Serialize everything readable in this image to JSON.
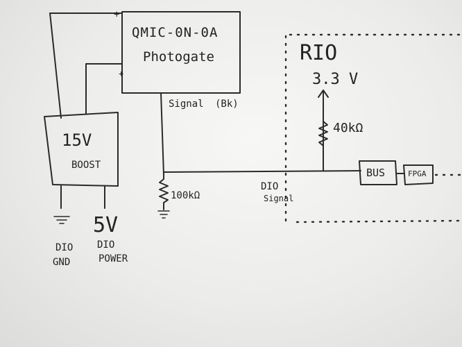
{
  "board": {
    "photogate_part": "QMIC-0N-0A",
    "photogate_name": "Photogate",
    "signal_wire": "Signal",
    "signal_wire_color": "(Bk)",
    "boost_voltage": "15V",
    "boost_name": "BOOST",
    "pulldown_resistor": "100kΩ",
    "dio_line": "DIO",
    "dio_line_sub": "Signal",
    "rio_title": "RIO",
    "rail_voltage": "3.3 V",
    "pullup_resistor": "40kΩ",
    "bus_label": "BUS",
    "fpga_label": "FPGA",
    "supply_voltage": "5V",
    "gnd_label_line1": "DIO",
    "gnd_label_line2": "GND",
    "power_label_line1": "DIO",
    "power_label_line2": "POWER",
    "plus_mark": "+",
    "dots": "..."
  }
}
